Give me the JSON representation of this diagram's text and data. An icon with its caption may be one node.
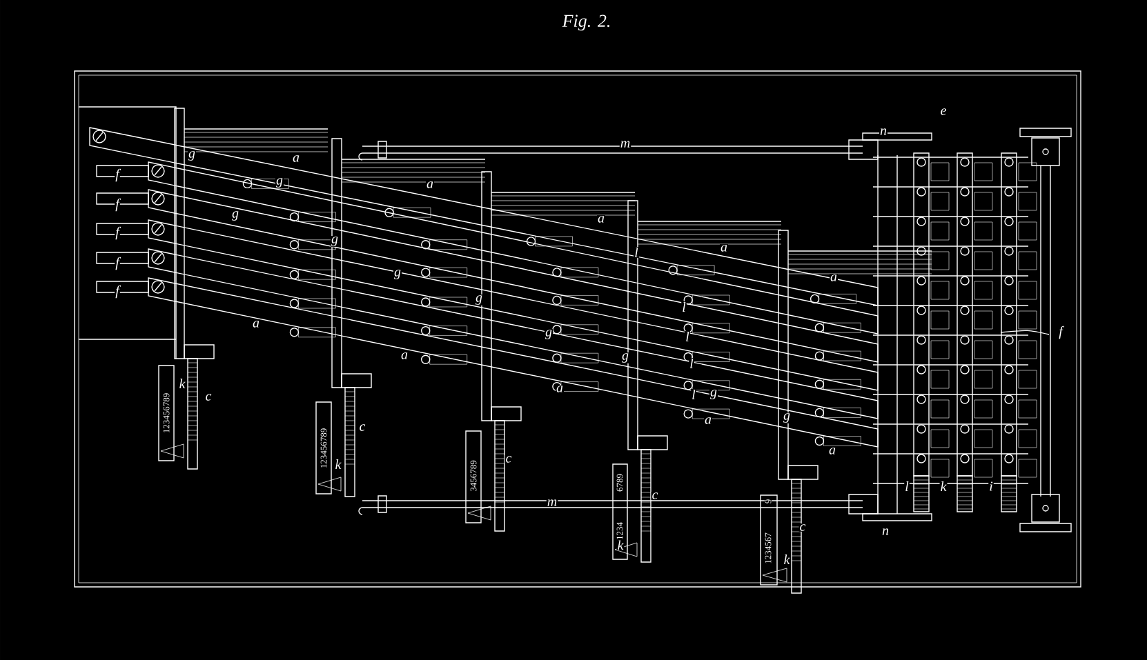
{
  "diagram": {
    "title": "Fig. 2.",
    "labels": [
      "e",
      "n",
      "m",
      "g",
      "a",
      "f",
      "g",
      "a",
      "f",
      "g",
      "a",
      "f",
      "g",
      "l",
      "a",
      "f",
      "g",
      "a",
      "f",
      "g",
      "l",
      "a",
      "f",
      "g",
      "l",
      "a",
      "g",
      "l",
      "c",
      "a",
      "l",
      "g",
      "a",
      "g",
      "c",
      "a",
      "c",
      "l",
      "k",
      "i",
      "c",
      "m",
      "c",
      "n",
      "k",
      "k",
      "k",
      "k",
      "123456789",
      "123456789",
      "3456789",
      "6789",
      "1234",
      "9",
      "1234567"
    ]
  }
}
